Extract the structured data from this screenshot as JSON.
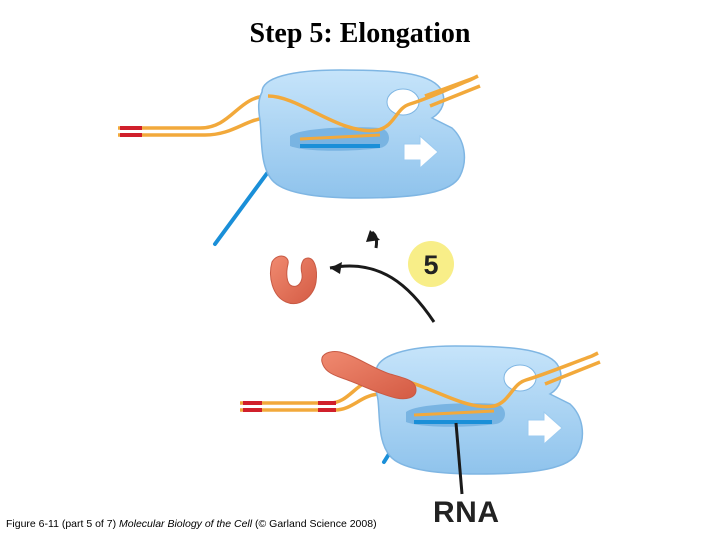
{
  "title": "Step 5: Elongation",
  "step_badge": {
    "number": "5",
    "color": "#f8ee88"
  },
  "labels": {
    "rna": "RNA"
  },
  "caption": {
    "figure": "Figure 6-11 (part 5 of 7) ",
    "book": "Molecular Biology of the Cell",
    "credit": " (© Garland Science 2008)"
  },
  "colors": {
    "polymerase": "#a9d4f5",
    "polymerase_shadow": "#7fb6e3",
    "dna": "#f2a93b",
    "promoter": "#d0202b",
    "rna": "#1a8fd8",
    "sigma_factor": "#e8735a",
    "arrow": "#1a1a1a"
  }
}
